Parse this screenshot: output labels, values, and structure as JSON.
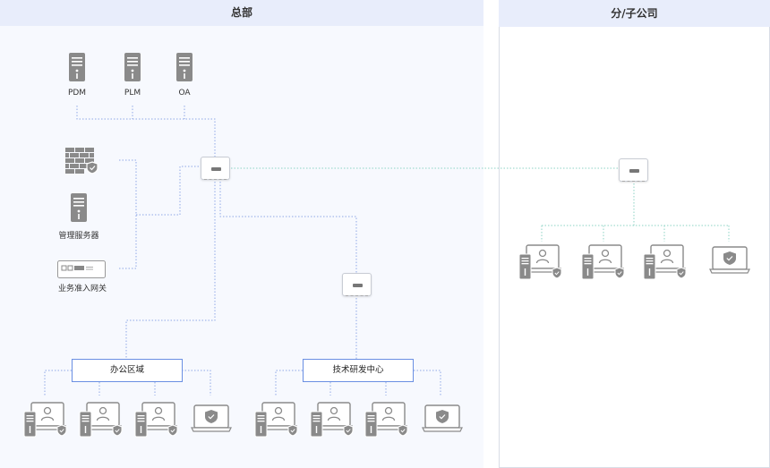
{
  "panels": {
    "hq_title": "总部",
    "branch_title": "分/子公司"
  },
  "servers": [
    {
      "label": "PDM",
      "icon": "server-icon"
    },
    {
      "label": "PLM",
      "icon": "server-icon"
    },
    {
      "label": "OA",
      "icon": "server-icon"
    }
  ],
  "security": {
    "firewall_icon": "firewall-icon",
    "mgmt_server_label": "管理服务器",
    "gateway_label": "业务准入网关"
  },
  "zones": {
    "office": "办公区域",
    "rnd": "技术研发中心"
  },
  "colors": {
    "header_bg": "#e8edfb",
    "hq_bg": "#f7f9fe",
    "blue_line": "#8fa8e6",
    "green_line": "#8cd3c4",
    "icon_gray": "#8a8a8a",
    "zone_border": "#6a8fe3"
  }
}
